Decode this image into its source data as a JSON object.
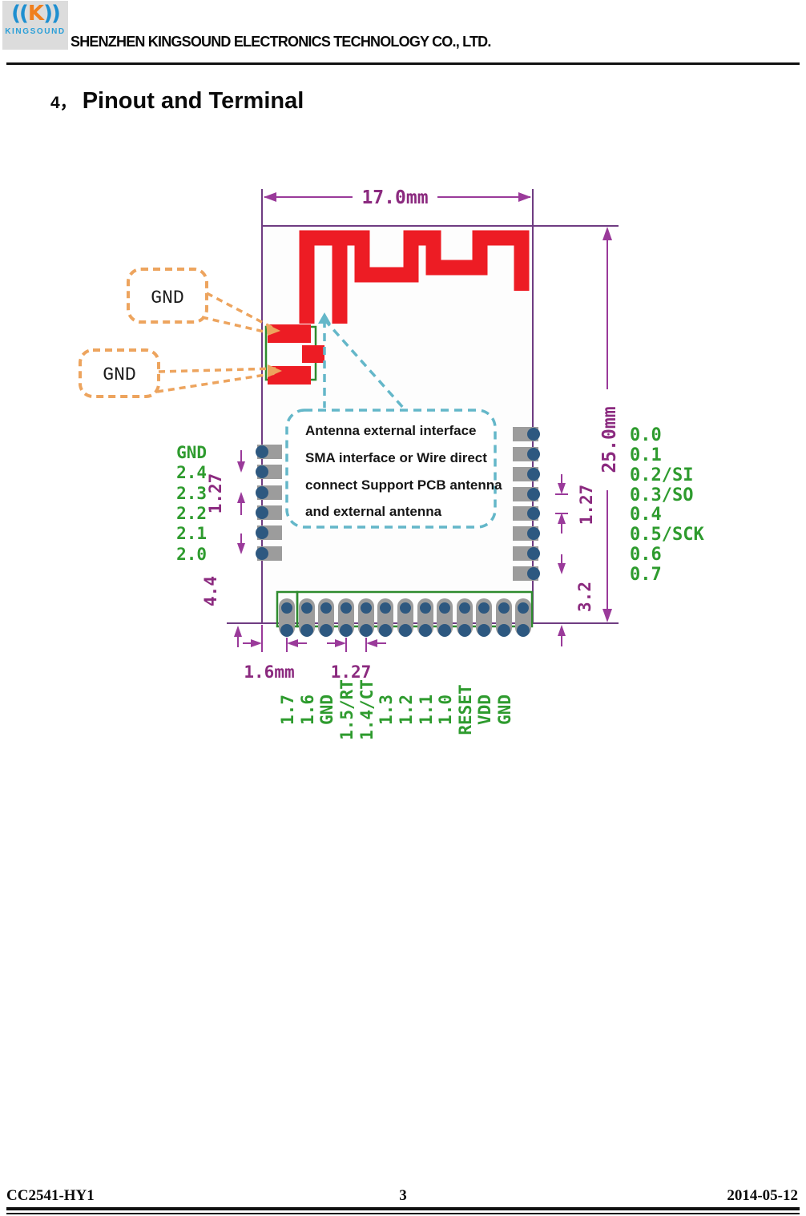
{
  "header": {
    "logo": {
      "paren_l": "((",
      "k": "K",
      "paren_r": "))",
      "name": "KINGSOUND"
    },
    "company": "SHENZHEN KINGSOUND ELECTRONICS TECHNOLOGY CO., LTD."
  },
  "section": {
    "number": "4，",
    "title": "Pinout and Terminal"
  },
  "diagram": {
    "dims": {
      "width": "17.0mm",
      "height": "25.0mm",
      "pitch": "1.27",
      "edge_to_pin": "1.6mm",
      "left_bottom_margin": "4.4",
      "right_bottom_margin": "3.2"
    },
    "gnd_callouts": [
      "GND",
      "GND"
    ],
    "antenna_note": [
      "Antenna external interface",
      "SMA interface or Wire direct",
      "connect Support PCB antenna",
      " and external antenna"
    ],
    "pins": {
      "left": [
        "GND",
        "2.4",
        "2.3",
        "2.2",
        "2.1",
        "2.0"
      ],
      "right": [
        "0.0",
        "0.1",
        "0.2/SI",
        "0.3/SO",
        "0.4",
        "0.5/SCK",
        "0.6",
        "0.7"
      ],
      "bottom": [
        "1.7",
        "1.6",
        "GND",
        "1.5/RT",
        "1.4/CT",
        "1.3",
        "1.2",
        "1.1",
        "1.0",
        "RESET",
        "VDD",
        "GND"
      ]
    },
    "colors": {
      "copper_red": "#ed1c24",
      "pin_green": "#2e9b2e",
      "dimension_purple": "#9a3a9a",
      "pad_gray": "#9c9c9c",
      "hole_blue": "#2d5880",
      "callout_orange": "#eda45e",
      "callout_teal": "#64b7c9"
    }
  },
  "footer": {
    "doc_id": "CC2541-HY1",
    "page": "3",
    "date": "2014-05-12"
  }
}
